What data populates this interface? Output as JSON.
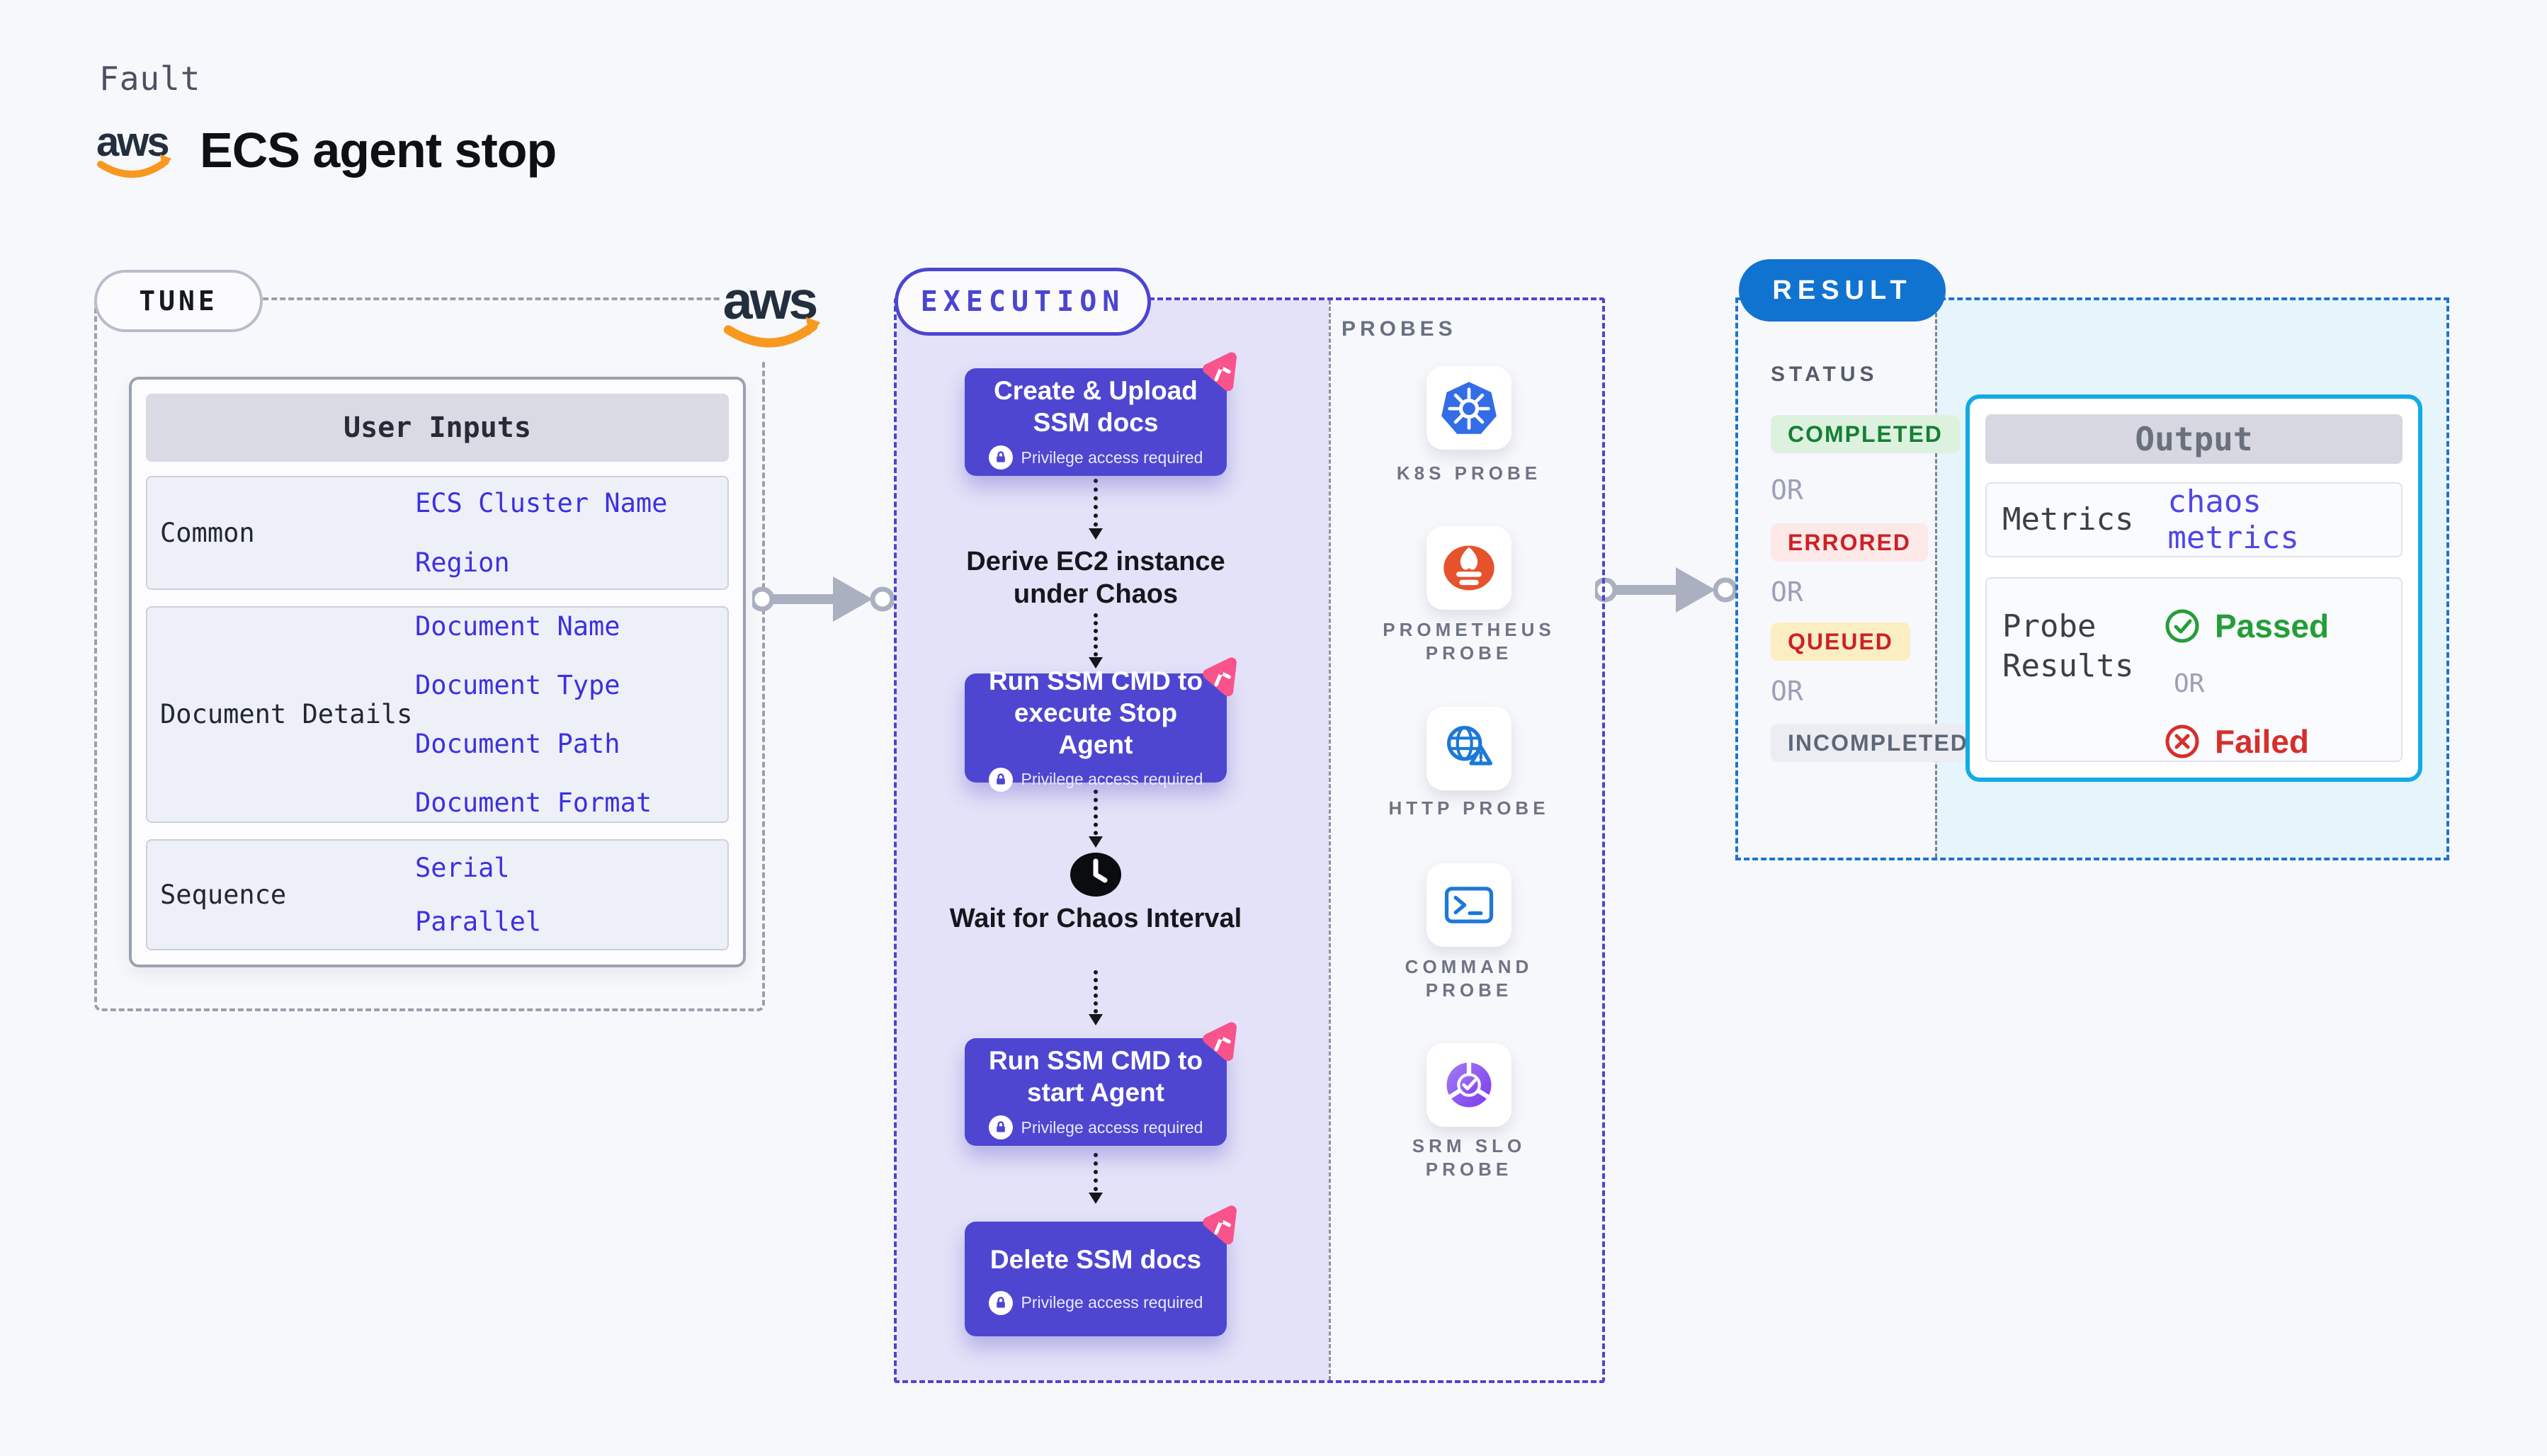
{
  "header": {
    "eyebrow": "Fault",
    "title": "ECS agent stop",
    "aws_logo_text": "aws"
  },
  "tune": {
    "badge": "TUNE",
    "user_inputs": {
      "title": "User Inputs",
      "groups": [
        {
          "label": "Common",
          "links": [
            "ECS Cluster Name",
            "Region"
          ]
        },
        {
          "label": "Document Details",
          "links": [
            "Document Name",
            "Document Type",
            "Document Path",
            "Document Format"
          ]
        },
        {
          "label": "Sequence",
          "links": [
            "Serial",
            "Parallel"
          ]
        }
      ]
    }
  },
  "execution": {
    "badge": "EXECUTION",
    "privilege_note": "Privilege access required",
    "steps": {
      "create_upload": "Create & Upload SSM docs",
      "derive": "Derive EC2 instance under Chaos",
      "run_stop": "Run SSM CMD to execute Stop Agent",
      "wait": "Wait for Chaos Interval",
      "run_start": "Run SSM CMD to start Agent",
      "delete": "Delete SSM docs"
    }
  },
  "probes": {
    "label": "PROBES",
    "items": [
      {
        "icon": "kubernetes-icon",
        "lines": [
          "K8S PROBE"
        ]
      },
      {
        "icon": "prometheus-icon",
        "lines": [
          "PROMETHEUS",
          "PROBE"
        ]
      },
      {
        "icon": "http-icon",
        "lines": [
          "HTTP PROBE"
        ]
      },
      {
        "icon": "command-icon",
        "lines": [
          "COMMAND",
          "PROBE"
        ]
      },
      {
        "icon": "srm-slo-icon",
        "lines": [
          "SRM SLO",
          "PROBE"
        ]
      }
    ]
  },
  "result": {
    "badge": "RESULT",
    "status": {
      "label": "STATUS",
      "or": "OR",
      "completed": "COMPLETED",
      "errored": "ERRORED",
      "queued": "QUEUED",
      "incompleted": "INCOMPLETED"
    },
    "output": {
      "title": "Output",
      "metrics_label": "Metrics",
      "metrics_value": "chaos metrics",
      "probe_results_label": "Probe Results",
      "passed": "Passed",
      "or": "OR",
      "failed": "Failed"
    }
  },
  "colors": {
    "page_bg": "#f7f8fb",
    "accent_indigo": "#4b45d2",
    "step_card": "#4e46d1",
    "execution_bg": "#e3e2f8",
    "link_blue": "#3c31e0",
    "result_blue": "#1173d0",
    "cyan_border": "#12abe4",
    "cyan_bg": "#e6f4fb",
    "completed_green": "#157f35",
    "errored_red": "#cc2127",
    "queued_bg": "#fbeec3",
    "incompleted_gray": "#5f6678",
    "passed_green": "#239e38",
    "failed_red": "#d62f2b",
    "pink_badge": "#f9538c",
    "arrow_gray": "#aab0c0",
    "aws_orange": "#f7981f",
    "aws_navy": "#232f3e"
  }
}
